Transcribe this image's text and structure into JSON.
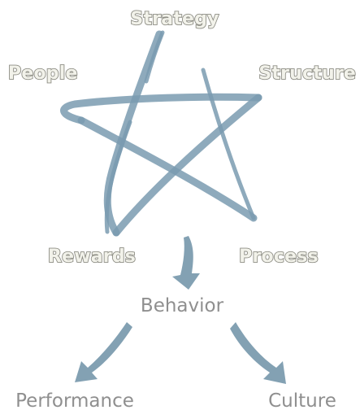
{
  "elements": {
    "strategy": "Strategy",
    "people": "People",
    "structure": "Structure",
    "rewards": "Rewards",
    "process": "Process"
  },
  "outcomes": {
    "behavior": "Behavior",
    "performance": "Performance",
    "culture": "Culture"
  },
  "colors": {
    "star_stroke": "#7a9bb0",
    "arrow_fill": "#7597ab",
    "label_outline": "#8d8d84",
    "plain_text": "#8f8f8f",
    "background": "#ffffff"
  }
}
